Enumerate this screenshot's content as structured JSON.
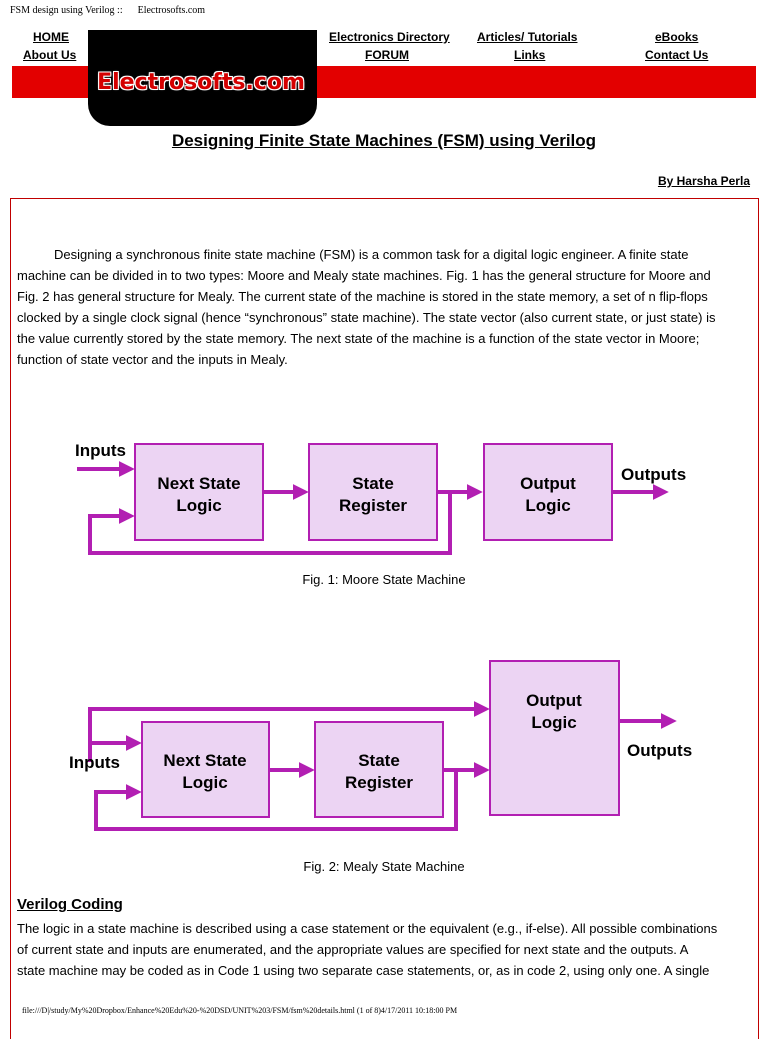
{
  "browser": {
    "title": "FSM design using Verilog ::",
    "site": "Electrosofts.com"
  },
  "nav": {
    "home": "HOME",
    "about": "About Us",
    "directory": "Electronics Directory",
    "forum": "FORUM",
    "articles": "Articles/ Tutorials",
    "links": "Links",
    "ebooks": "eBooks",
    "contact": "Contact Us"
  },
  "logo": {
    "text": "Electrosofts.com"
  },
  "article": {
    "title": "Designing Finite State Machines (FSM) using Verilog",
    "author": "By Harsha Perla",
    "intro_lines": [
      "Designing a synchronous finite state machine (FSM) is a common task for a digital logic engineer. A finite state",
      "machine can be divided in to two types: Moore and Mealy state machines. Fig. 1 has the general structure for Moore and",
      "Fig. 2 has general structure for Mealy. The current state of the machine is stored in the state memory, a set of n flip-flops",
      "clocked by a single clock signal (hence “synchronous” state machine). The state vector (also current state, or just state) is",
      "the value currently stored by the state memory. The next state of the machine is a function of the state vector in Moore;",
      "function of state vector and the inputs in Mealy."
    ],
    "section_heading": "Verilog Coding",
    "coding_lines": [
      "The logic in a state machine is described using a case statement or the equivalent (e.g., if-else). All possible combinations",
      "of current state and inputs are enumerated, and the appropriate values are specified for next state and the outputs. A",
      "state machine may be coded as in Code 1 using two separate case statements, or, as in code 2, using only one. A single"
    ]
  },
  "fig1": {
    "caption": "Fig. 1: Moore State Machine",
    "inputs": "Inputs",
    "outputs": "Outputs",
    "block1": [
      "Next State",
      "Logic"
    ],
    "block2": [
      "State",
      "Register"
    ],
    "block3": [
      "Output",
      "Logic"
    ]
  },
  "fig2": {
    "caption": "Fig. 2: Mealy State Machine",
    "inputs": "Inputs",
    "outputs": "Outputs",
    "block1": [
      "Next State",
      "Logic"
    ],
    "block2": [
      "State",
      "Register"
    ],
    "block3": [
      "Output",
      "Logic"
    ]
  },
  "colors": {
    "accent_red": "#e30000",
    "wire_purple": "#b21fb2",
    "block_fill": "#ecd4f3"
  },
  "footer": {
    "path": "file:///D|/study/My%20Dropbox/Enhance%20Edu%20-%20DSD/UNIT%203/FSM/fsm%20details.html (1 of 8)4/17/2011 10:18:00 PM"
  }
}
